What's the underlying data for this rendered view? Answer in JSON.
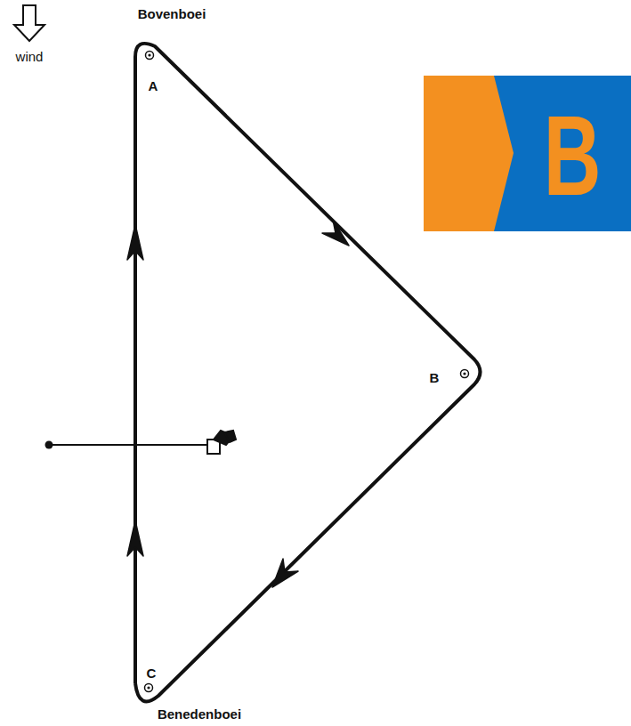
{
  "diagram": {
    "labels": [
      "wind",
      "Bovenboei",
      "A",
      "B",
      "C",
      "Benedenboei",
      "B"
    ]
  }
}
